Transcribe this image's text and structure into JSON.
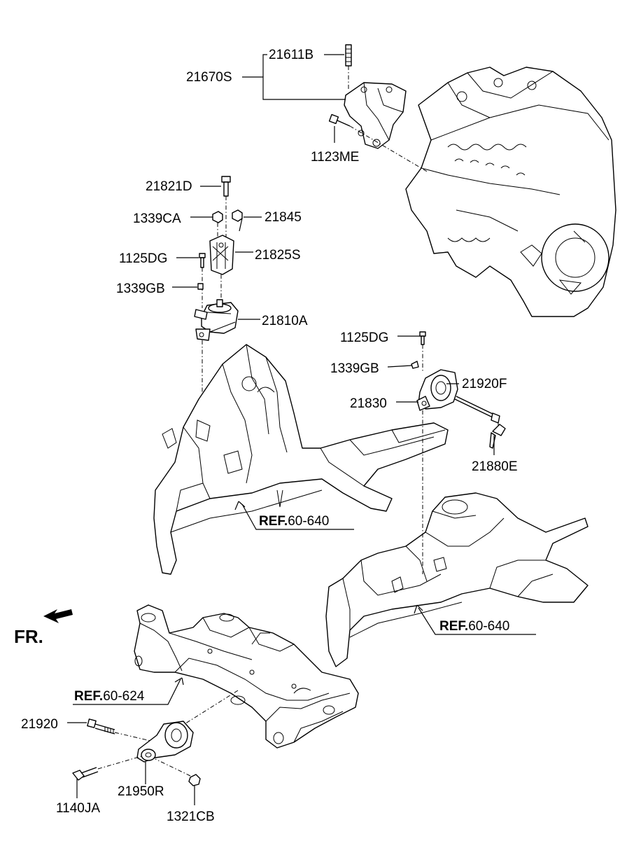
{
  "labels": {
    "l21611b": "21611B",
    "l21670s": "21670S",
    "l1123me": "1123ME",
    "l21821d": "21821D",
    "l1339ca": "1339CA",
    "l21845": "21845",
    "l1125dg_a": "1125DG",
    "l21825s": "21825S",
    "l1339gb_a": "1339GB",
    "l21810a": "21810A",
    "l1125dg_b": "1125DG",
    "l1339gb_b": "1339GB",
    "l21920f": "21920F",
    "l21830": "21830",
    "l21880e": "21880E",
    "l21920": "21920",
    "l1140ja": "1140JA",
    "l21950r": "21950R",
    "l1321cb": "1321CB"
  },
  "refs": {
    "ref1": {
      "prefix": "REF.",
      "number": "60-640"
    },
    "ref2": {
      "prefix": "REF.",
      "number": "60-640"
    },
    "ref3": {
      "prefix": "REF.",
      "number": "60-624"
    }
  },
  "direction": {
    "fr": "FR."
  }
}
